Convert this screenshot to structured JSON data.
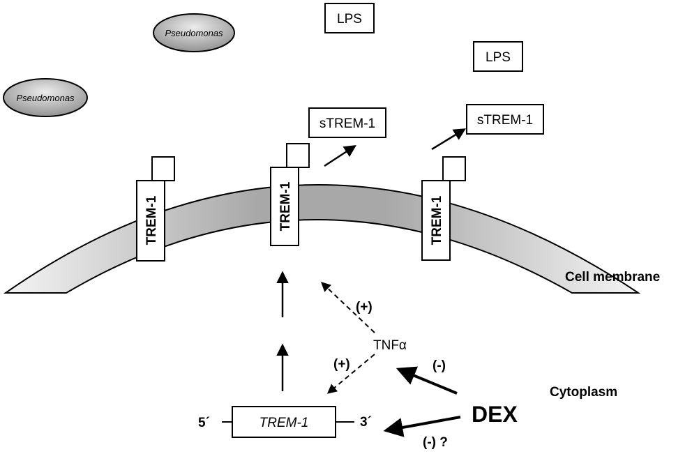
{
  "bacteria": [
    {
      "label": "Pseudomonas"
    },
    {
      "label": "Pseudomonas"
    }
  ],
  "lps": [
    {
      "label": "LPS"
    },
    {
      "label": "LPS"
    }
  ],
  "strem": [
    {
      "label": "sTREM-1"
    },
    {
      "label": "sTREM-1"
    }
  ],
  "receptors": [
    {
      "label": "TREM-1"
    },
    {
      "label": "TREM-1"
    },
    {
      "label": "TREM-1"
    }
  ],
  "membrane": {
    "label": "Cell membrane"
  },
  "cytoplasm": {
    "label": "Cytoplasm"
  },
  "gene": {
    "label": "TREM-1",
    "five_prime": "5´",
    "three_prime": "3´"
  },
  "tnf": {
    "label": "TNFα"
  },
  "dex": {
    "label": "DEX"
  },
  "effects": {
    "tnf_to_membrane": "(+)",
    "tnf_to_gene": "(+)",
    "dex_to_tnf": "(-)",
    "dex_to_gene": "(-) ?"
  },
  "colors": {
    "stroke": "#000000",
    "membrane_mid": "#9e9e9e",
    "membrane_edge": "#f2f2f2"
  }
}
